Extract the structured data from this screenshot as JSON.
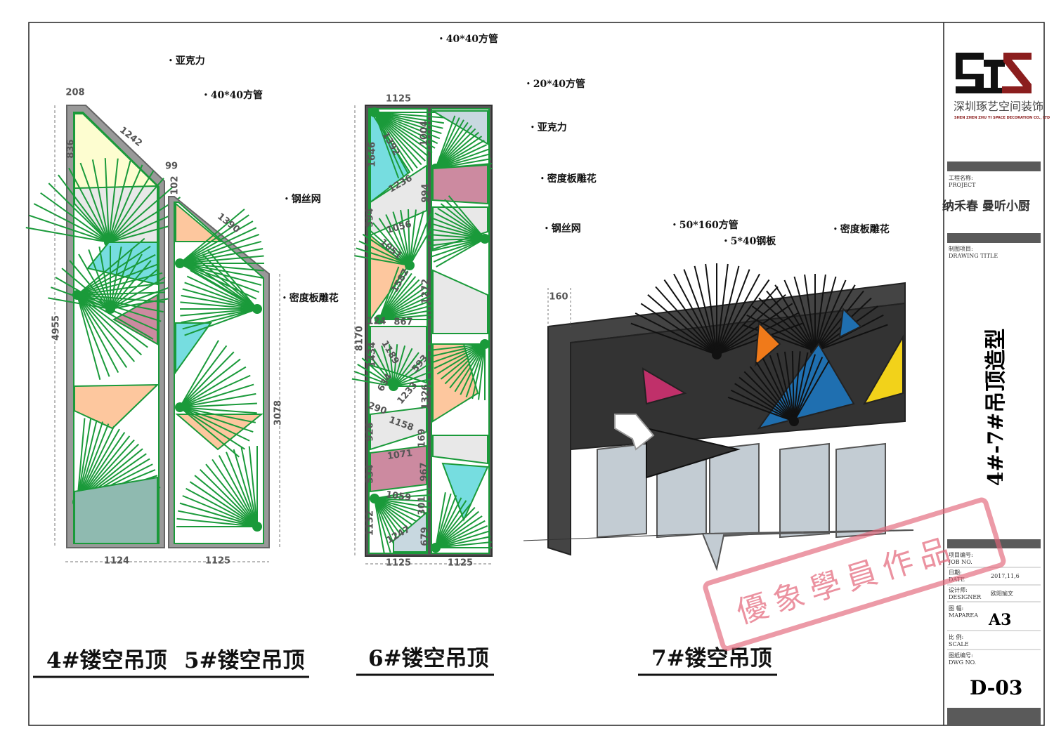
{
  "title_block": {
    "company_cn": "深圳琢艺空间装饰",
    "company_en": "SHEN ZHEN ZHU YI SPACE DECORATION CO., LTD",
    "project_label_cn": "工程名称:",
    "project_label_en": "PROJECT",
    "project_name": "纳禾春 曼听小厨",
    "drawing_title_label_cn": "制图项目:",
    "drawing_title_label_en": "DRAWING TITLE",
    "drawing_title": "4#-7#吊顶造型",
    "job_no_label_cn": "项目编号:",
    "job_no_label_en": "JOB NO.",
    "date_label_cn": "日期:",
    "date_label_en": "DATE",
    "date": "2017,11,6",
    "designer_label_cn": "设计师:",
    "designer_label_en": "DESIGNER",
    "designer": "欧阳瑜文",
    "maparea_label_cn": "图 幅:",
    "maparea_label_en": "MAPAREA",
    "maparea": "A3",
    "scale_label_cn": "比 例:",
    "scale_label_en": "SCALE",
    "dwg_no_label_cn": "图纸编号:",
    "dwg_no_label_en": "DWG NO.",
    "dwg_no": "D-03"
  },
  "watermark": "優象學員作品",
  "drawing_titles": [
    "4#镂空吊顶",
    "5#镂空吊顶",
    "6#镂空吊顶",
    "7#镂空吊顶"
  ],
  "callouts": {
    "left": [
      "亚克力",
      "40*40方管",
      "钢丝网",
      "密度板雕花"
    ],
    "middle": [
      "40*40方管",
      "20*40方管",
      "亚克力",
      "密度板雕花",
      "钢丝网"
    ],
    "right": [
      "50*160方管",
      "5*40钢板",
      "密度板雕花"
    ]
  },
  "dims": {
    "left": [
      "208",
      "1242",
      "836",
      "99",
      "102",
      "1390",
      "4955",
      "3078",
      "1124",
      "1125"
    ],
    "middle": [
      "1125",
      "1646",
      "1392",
      "1004",
      "1236",
      "994",
      "594",
      "1056",
      "1051",
      "1582",
      "1272",
      "124",
      "867",
      "8170",
      "1189",
      "1434",
      "593",
      "1233",
      "634",
      "1326",
      "290",
      "1158",
      "926",
      "169",
      "1071",
      "534",
      "967",
      "1059",
      "301",
      "1132",
      "1247",
      "679",
      "1125",
      "1125"
    ],
    "right": [
      "160"
    ]
  },
  "colors": {
    "green": "#1a9a3a",
    "cyan": "#76dde0",
    "peach": "#fdc79e",
    "pink": "#cc8aa0",
    "cream": "#fdfdd0",
    "sage": "#8fbab0",
    "frame": "#888888",
    "blue": "#1f6fb0",
    "orange": "#f07a1a",
    "yellow": "#f2d21a",
    "magenta": "#c0306a"
  }
}
